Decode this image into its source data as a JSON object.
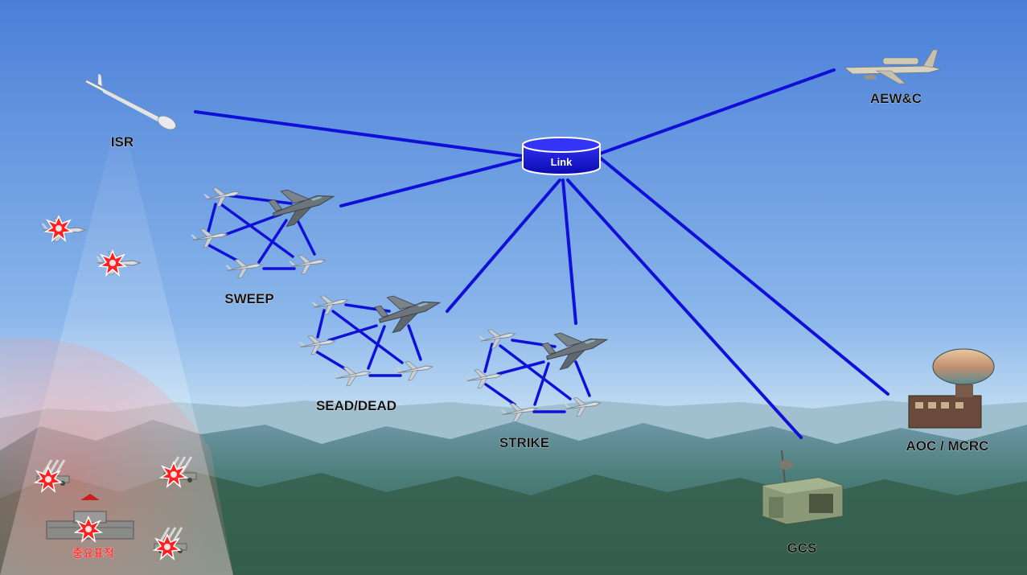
{
  "hub": {
    "label": "Link"
  },
  "nodes": {
    "isr": "ISR",
    "aewc": "AEW&C",
    "sweep": "SWEEP",
    "sead": "SEAD/DEAD",
    "strike": "STRIKE",
    "gcs": "GCS",
    "aoc": "AOC / MCRC"
  },
  "target": {
    "label": "중요표적"
  },
  "colors": {
    "link_line": "#1010d8",
    "hub_fill": "#1414d0",
    "explosion": "#ff2020",
    "sky_top": "#4a7fd8",
    "sky_bottom": "#b4d6f0",
    "mountain": "#3d6f6a"
  }
}
